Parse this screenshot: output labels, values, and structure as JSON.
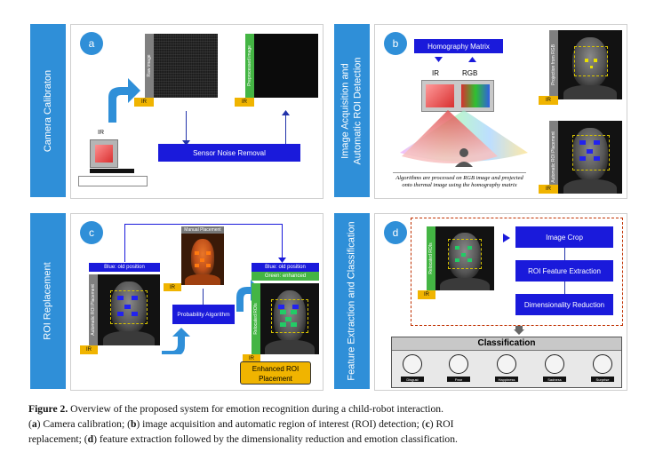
{
  "panels": {
    "a": {
      "side_title": "Camera Calibraton",
      "badge": "a",
      "raw_image_label": "Raw image",
      "preprocessed_label": "Preprocessed image",
      "ir_tag": "IR",
      "ir_device_label": "IR",
      "noise_box": "Sensor Noise Removal"
    },
    "b": {
      "side_title_1": "Image Acquisition and",
      "side_title_2": "Automatic ROI Detection",
      "badge": "b",
      "homography": "Homography Matrix",
      "ir_label": "IR",
      "rgb_label": "RGB",
      "projection_label": "Projection from RGB",
      "auto_roi_label": "Automatic ROI Placement",
      "ir_tag": "IR",
      "note": "Algorithms are processed on RGB image and projected onto thermal image using the homography matrix"
    },
    "c": {
      "side_title": "ROI Replacement",
      "badge": "c",
      "blue_old": "Blue: old position",
      "blue_old_2": "Blue: old position",
      "green_enhanced": "Green: enhanced",
      "manual_label": "Manual Placement",
      "auto_label": "Automatic ROI Placement",
      "relocated_label": "Relocated ROIs",
      "prob_algo": "Probability Algorithm",
      "enhanced_1": "Enhanced ROI",
      "enhanced_2": "Placement",
      "ir_tag": "IR"
    },
    "d": {
      "side_title": "Feature Extraction and Classification",
      "badge": "d",
      "relocated_label": "Relocated ROIs",
      "ir_tag": "IR",
      "step1": "Image Crop",
      "step2": "ROI Feature Extraction",
      "step3": "Dimensionality Reduction",
      "classification": "Classification",
      "emotions": [
        "Disgust",
        "Fear",
        "Happiness",
        "Sadness",
        "Surprise"
      ]
    }
  },
  "caption": {
    "line1_bold": "Figure 2.",
    "line1": " Overview of the proposed system for emotion recognition during a child-robot interaction.",
    "line2_a": "a",
    "line2": ") Camera calibration; (",
    "line2_b": "b",
    "line2_rest": ") image acquisition and automatic region of interest (ROI) detection; (",
    "line2_c": "c",
    "line2_end": ") ROI",
    "line3": "replacement; (",
    "line3_d": "d",
    "line3_rest": ") feature extraction followed by the dimensionality reduction and emotion classification."
  },
  "colors": {
    "side_blue": "#2f8fd8",
    "box_blue": "#1a1adb",
    "tag_yellow": "#f0b400",
    "green": "#44b544"
  }
}
